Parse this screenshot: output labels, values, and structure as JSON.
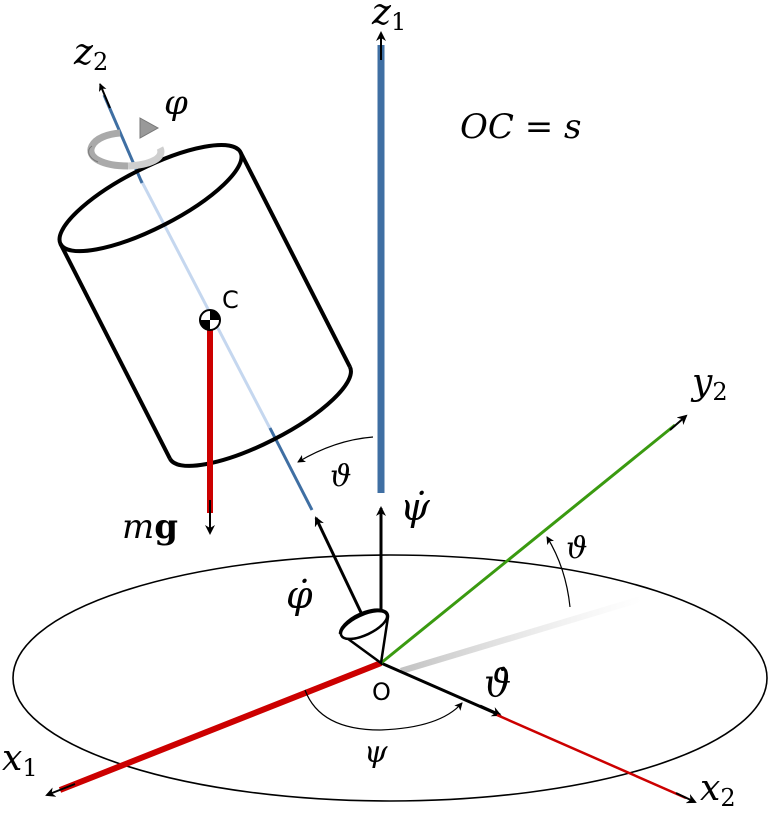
{
  "labels": {
    "z1": "z",
    "z1_sub": "1",
    "z2": "z",
    "z2_sub": "2",
    "y2": "y",
    "y2_sub": "2",
    "x1": "x",
    "x1_sub": "1",
    "x2": "x",
    "x2_sub": "2",
    "phi": "φ",
    "theta_upper": "ϑ",
    "theta_right": "ϑ",
    "psi": "ψ",
    "psi_dot": "ψ̇",
    "phi_dot": "φ̇",
    "theta_dot": "ϑ̇",
    "point_c": "C",
    "point_o": "O",
    "mg_m": "m",
    "mg_g": "g",
    "oc_equation": "OC = s"
  },
  "colors": {
    "z_axis": "#3f6fa3",
    "z2_axis_light": "#c5d7ef",
    "x_axis": "#cc0000",
    "y_axis": "#3a9a10",
    "gravity": "#cc0000",
    "outline": "#000000"
  }
}
